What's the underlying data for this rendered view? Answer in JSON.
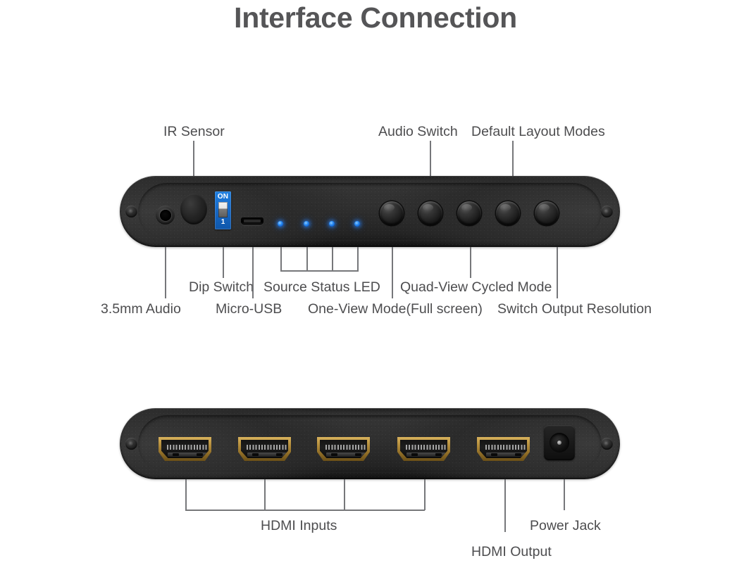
{
  "page": {
    "title": "Interface Connection",
    "text_color": "#4d4d4f",
    "leader_color": "#76777a",
    "background": "#ffffff"
  },
  "front_panel": {
    "name": "Front / control panel",
    "labels_above": [
      {
        "id": "ir-sensor",
        "text": "IR Sensor"
      },
      {
        "id": "audio-switch",
        "text": "Audio Switch"
      },
      {
        "id": "default-layout-modes",
        "text": "Default Layout Modes"
      }
    ],
    "labels_below": [
      {
        "id": "dip-switch",
        "text": "Dip Switch"
      },
      {
        "id": "source-status-led",
        "text": "Source Status LED"
      },
      {
        "id": "quad-view-cycled",
        "text": "Quad-View Cycled Mode"
      },
      {
        "id": "audio-3-5mm",
        "text": "3.5mm Audio"
      },
      {
        "id": "micro-usb",
        "text": "Micro-USB"
      },
      {
        "id": "one-view-mode",
        "text": "One-View Mode(Full screen)"
      },
      {
        "id": "switch-output-res",
        "text": "Switch Output Resolution"
      }
    ],
    "components": {
      "dip_switch": {
        "on_text": "ON",
        "number_text": "1",
        "color": "#1668c6"
      },
      "status_leds": {
        "count": 4,
        "color": "#2e8ef5"
      },
      "push_buttons": {
        "count": 5
      },
      "ir_sensor": {
        "shape": "oval-window"
      },
      "micro_usb": {
        "shape": "micro-usb-b"
      },
      "audio_jack": {
        "size": "3.5mm"
      },
      "screws": {
        "count": 2
      }
    }
  },
  "rear_panel": {
    "name": "Rear / connector panel",
    "labels_below": [
      {
        "id": "hdmi-inputs",
        "text": "HDMI Inputs"
      },
      {
        "id": "power-jack",
        "text": "Power Jack"
      },
      {
        "id": "hdmi-output",
        "text": "HDMI Output"
      }
    ],
    "components": {
      "hdmi_ports": {
        "count": 5,
        "inputs": 4,
        "outputs": 1,
        "shell_color": "#b8913f"
      },
      "power_jack": {
        "type": "dc-barrel"
      },
      "screws": {
        "count": 2
      }
    }
  }
}
